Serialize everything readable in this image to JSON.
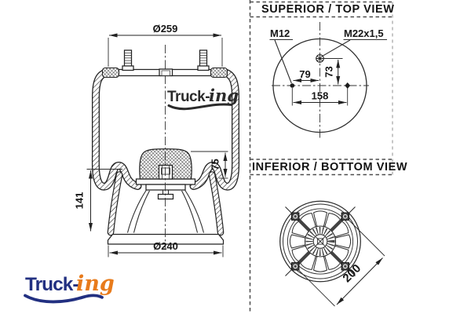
{
  "main_view": {
    "dia_top": "Ø259",
    "bumper_height": "75",
    "height": "141",
    "dia_bottom": "Ø240"
  },
  "top_view": {
    "title": "SUPERIOR / TOP VIEW",
    "stud_thread": "M12",
    "air_fitting_thread": "M22x1,5",
    "stud_offset": "79",
    "port_offset": "73",
    "stud_spacing": "158"
  },
  "bottom_view": {
    "title": "INFERIOR / BOTTOM VIEW",
    "bolt_circle": "200"
  },
  "watermark": {
    "text_bold": "Truck-",
    "text_script": "ing"
  },
  "logo": {
    "text_bold": "Truck-",
    "text_script": "ing"
  },
  "colors": {
    "logo_blue": "#223081",
    "logo_orange": "#e87b1c",
    "ink": "#222222"
  }
}
